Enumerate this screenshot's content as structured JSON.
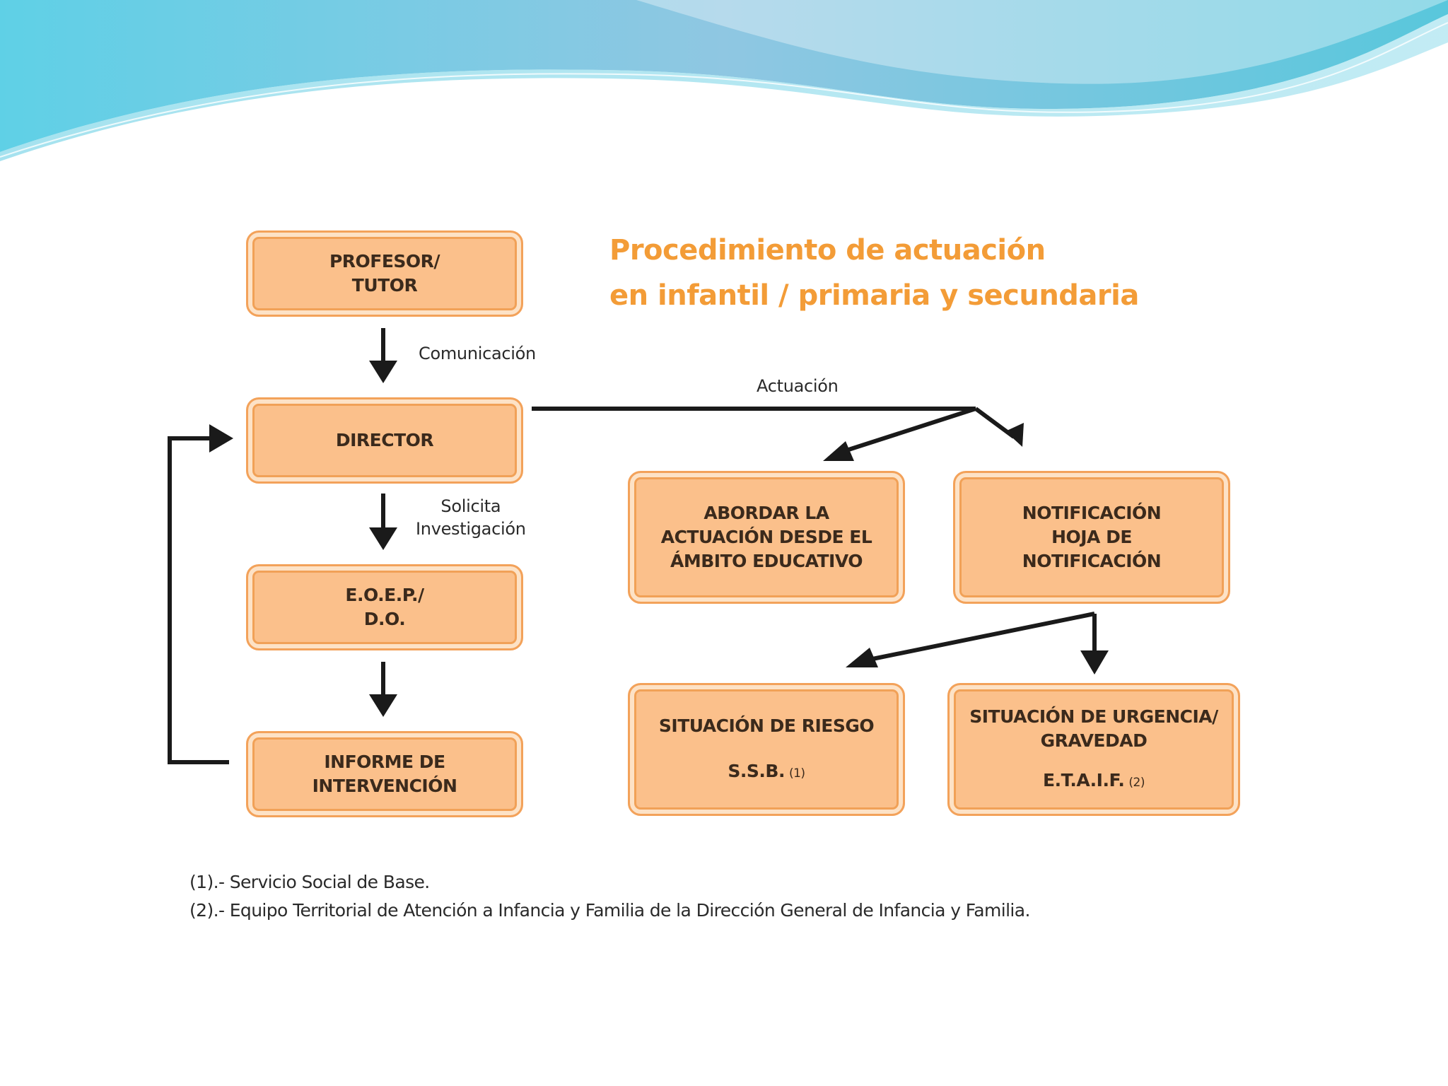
{
  "diagram": {
    "title": {
      "line1": "Procedimiento de actuación",
      "line2": "en infantil / primaria y secundaria"
    },
    "nodes": {
      "profesor": {
        "line1": "PROFESOR/",
        "line2": "TUTOR"
      },
      "director": {
        "line1": "DIRECTOR"
      },
      "eoep": {
        "line1": "E.O.E.P./",
        "line2": "D.O."
      },
      "informe": {
        "line1": "INFORME DE",
        "line2": "INTERVENCIÓN"
      },
      "abordar": {
        "line1": "ABORDAR LA",
        "line2": "ACTUACIÓN DESDE EL",
        "line3": "ÁMBITO EDUCATIVO"
      },
      "notificacion": {
        "line1": "NOTIFICACIÓN",
        "line2": "HOJA DE",
        "line3": "NOTIFICACIÓN"
      },
      "riesgo": {
        "line1": "SITUACIÓN DE RIESGO",
        "code": "S.S.B.",
        "note": "(1)"
      },
      "urgencia": {
        "line1": "SITUACIÓN DE URGENCIA/",
        "line2": "GRAVEDAD",
        "code": "E.T.A.I.F.",
        "note": "(2)"
      }
    },
    "edge_labels": {
      "comunicacion": "Comunicación",
      "actuacion": "Actuación",
      "solicita_line1": "Solicita",
      "solicita_line2": "Investigación"
    },
    "footnotes": {
      "note1": "(1).- Servicio Social de Base.",
      "note2": "(2).- Equipo Territorial de Atención a Infancia y Familia de la Dirección General de Infancia y Familia."
    }
  },
  "colors": {
    "box_fill": "#fbc08b",
    "box_border": "#f3a25a",
    "title": "#f39c37",
    "arrow": "#1a1a1a"
  }
}
